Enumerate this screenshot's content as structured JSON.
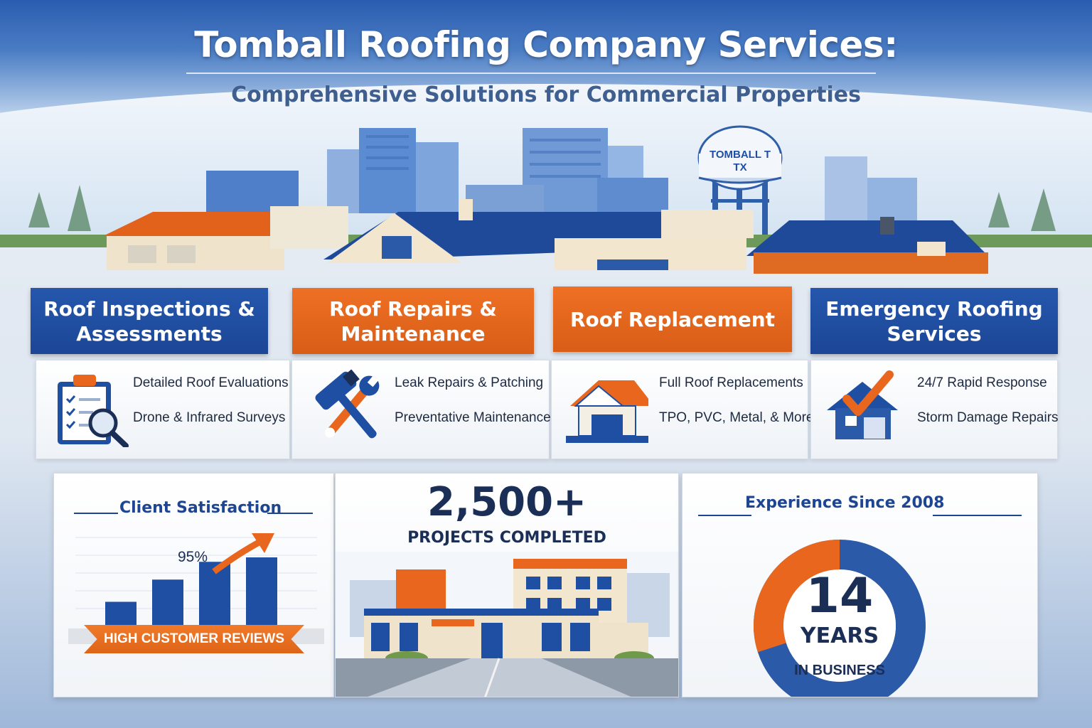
{
  "hero": {
    "title": "Tomball Roofing Company Services:",
    "subtitle": "Comprehensive Solutions for Commercial Properties",
    "water_tower_line1": "TOMBALL T",
    "water_tower_line2": "TX"
  },
  "services": [
    {
      "title": "Roof Inspections & Assessments",
      "color": "#1f4fa3",
      "icon": "clipboard-magnifier-icon",
      "items": [
        "Detailed Roof Evaluations",
        "Drone & Infrared Surveys"
      ]
    },
    {
      "title": "Roof Repairs & Maintenance",
      "color": "#e8661d",
      "icon": "hammer-wrench-icon",
      "items": [
        "Leak Repairs & Patching",
        "Preventative Maintenance"
      ]
    },
    {
      "title": "Roof Replacement",
      "color": "#e8661d",
      "icon": "house-roof-icon",
      "items": [
        "Full Roof Replacements",
        "TPO, PVC, Metal, & More"
      ]
    },
    {
      "title": "Emergency Roofing Services",
      "color": "#1f4fa3",
      "icon": "house-check-icon",
      "items": [
        "24/7 Rapid Response",
        "Storm Damage Repairs"
      ]
    }
  ],
  "stats": {
    "satisfaction": {
      "heading": "Client Satisfaction",
      "value_label": "95%",
      "ribbon": "HIGH CUSTOMER REVIEWS",
      "bar_levels": [
        0.3,
        0.55,
        0.75,
        0.8
      ]
    },
    "projects": {
      "number": "2,500+",
      "label": "PROJECTS COMPLETED"
    },
    "experience": {
      "heading": "Experience Since 2008",
      "years": "14",
      "years_label": "YEARS",
      "business_label": "IN BUSINESS",
      "donut_fraction": 0.3
    }
  },
  "colors": {
    "brand_blue": "#1f4fa3",
    "brand_orange": "#e8661d",
    "navy": "#1b2e56"
  }
}
